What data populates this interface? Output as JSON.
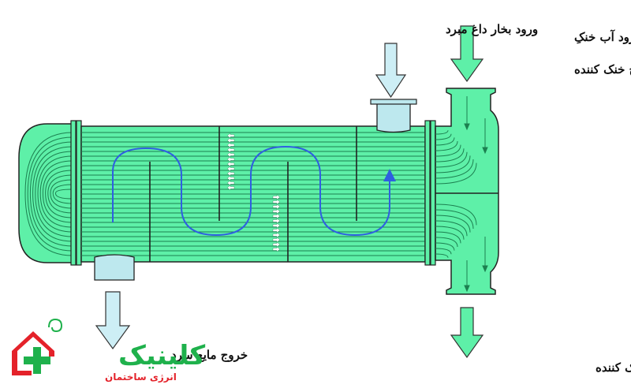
{
  "labels": {
    "steam_in": "ورود بخار داغ مبرد",
    "cool_in_line1": "ورود آب خنکِ",
    "cool_in_line2": "برج خنک کننده",
    "liquid_out": "خروج مایع سرد",
    "hot_out": "خروج آب گرم شده به سمت برج خنک کننده"
  },
  "logo": {
    "name": "کلینیک",
    "subtitle": "انرژی ساختمان"
  },
  "colors": {
    "shell": "#5ef0a8",
    "nozzle": "#bde8ee",
    "arrow_fill": "#cdeef5",
    "tube": "#1c8050",
    "flow": "#2f5fe0",
    "logo_red": "#e4222a",
    "logo_green": "#1fb14c"
  },
  "icons": [
    "house-icon",
    "plus-icon",
    "swirl-icon"
  ]
}
